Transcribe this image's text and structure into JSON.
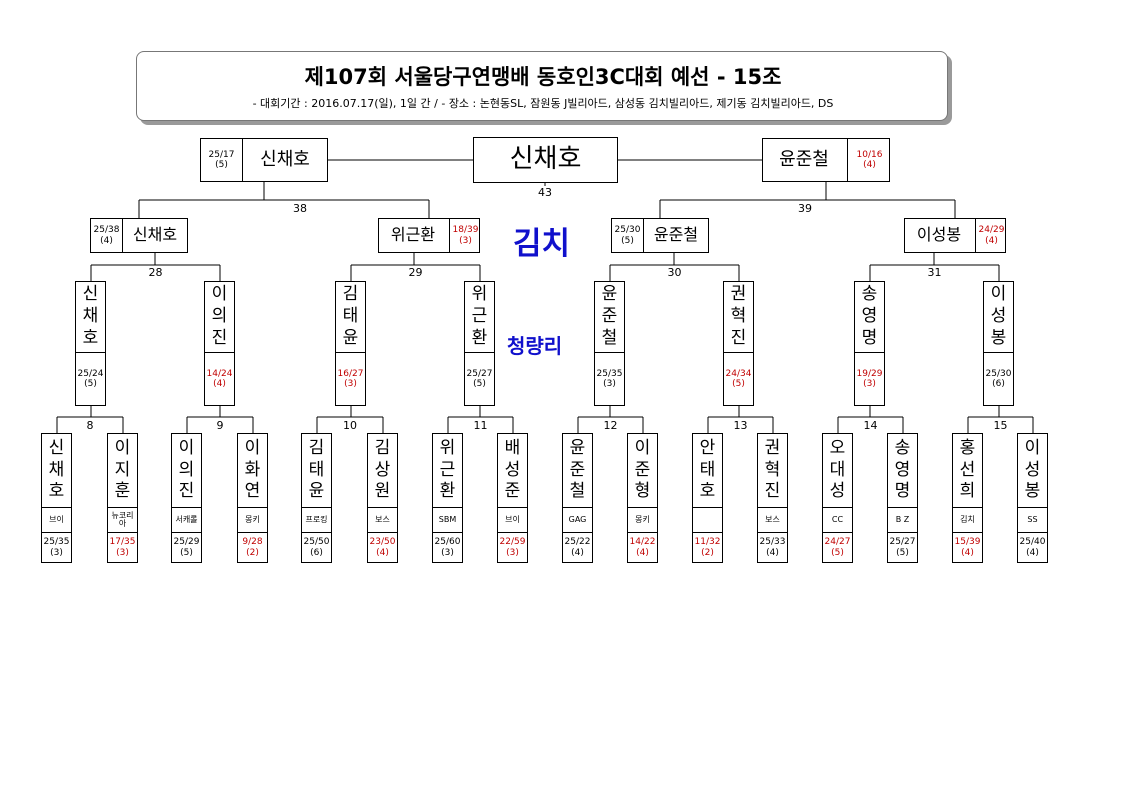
{
  "header": {
    "title": "제107회 서울당구연맹배 동호인3C대회 예선 - 15조",
    "subtitle": "- 대회기간 : 2016.07.17(일), 1일 간 / - 장소 : 논현동SL, 잠원동 J빌리아드, 삼성동 김치빌리아드, 제기동 김치빌리아드, DS"
  },
  "venue": {
    "main": "김치",
    "sub": "청량리"
  },
  "winner": {
    "name": "신채호"
  },
  "final": {
    "number": "43",
    "left": {
      "name": "신채호",
      "score": "25/17",
      "inning": "(5)",
      "win": true
    },
    "right": {
      "name": "윤준철",
      "score": "10/16",
      "inning": "(4)",
      "win": false
    }
  },
  "semis": [
    {
      "number": "38",
      "p1": {
        "name": "신채호",
        "score": "25/38",
        "inning": "(4)",
        "win": true
      },
      "p2": {
        "name": "위근환",
        "score": "18/39",
        "inning": "(3)",
        "win": false
      }
    },
    {
      "number": "39",
      "p1": {
        "name": "윤준철",
        "score": "25/30",
        "inning": "(5)",
        "win": true
      },
      "p2": {
        "name": "이성봉",
        "score": "24/29",
        "inning": "(4)",
        "win": false
      }
    }
  ],
  "round2": [
    {
      "number": "28",
      "p1": {
        "name": "신채호",
        "score": "25/24",
        "inning": "(5)",
        "win": true
      },
      "p2": {
        "name": "이의진",
        "score": "14/24",
        "inning": "(4)",
        "win": false
      }
    },
    {
      "number": "29",
      "p1": {
        "name": "김태윤",
        "score": "16/27",
        "inning": "(3)",
        "win": false
      },
      "p2": {
        "name": "위근환",
        "score": "25/27",
        "inning": "(5)",
        "win": true
      }
    },
    {
      "number": "30",
      "p1": {
        "name": "윤준철",
        "score": "25/35",
        "inning": "(3)",
        "win": true
      },
      "p2": {
        "name": "권혁진",
        "score": "24/34",
        "inning": "(5)",
        "win": false
      }
    },
    {
      "number": "31",
      "p1": {
        "name": "송영명",
        "score": "19/29",
        "inning": "(3)",
        "win": false
      },
      "p2": {
        "name": "이성봉",
        "score": "25/30",
        "inning": "(6)",
        "win": true
      }
    }
  ],
  "round1": [
    {
      "number": "8",
      "p1": {
        "name": "신채호",
        "club": "브이",
        "score": "25/35",
        "inning": "(3)",
        "win": true
      },
      "p2": {
        "name": "이지훈",
        "club": "뉴코리아",
        "score": "17/35",
        "inning": "(3)",
        "win": false
      }
    },
    {
      "number": "9",
      "p1": {
        "name": "이의진",
        "club": "서캐롤",
        "score": "25/29",
        "inning": "(5)",
        "win": true
      },
      "p2": {
        "name": "이화연",
        "club": "몽키",
        "score": "9/28",
        "inning": "(2)",
        "win": false
      }
    },
    {
      "number": "10",
      "p1": {
        "name": "김태윤",
        "club": "프로킹",
        "score": "25/50",
        "inning": "(6)",
        "win": true
      },
      "p2": {
        "name": "김상원",
        "club": "보스",
        "score": "23/50",
        "inning": "(4)",
        "win": false
      }
    },
    {
      "number": "11",
      "p1": {
        "name": "위근환",
        "club": "SBM",
        "score": "25/60",
        "inning": "(3)",
        "win": true
      },
      "p2": {
        "name": "배성준",
        "club": "브이",
        "score": "22/59",
        "inning": "(3)",
        "win": false
      }
    },
    {
      "number": "12",
      "p1": {
        "name": "윤준철",
        "club": "GAG",
        "score": "25/22",
        "inning": "(4)",
        "win": true
      },
      "p2": {
        "name": "이준형",
        "club": "몽키",
        "score": "14/22",
        "inning": "(4)",
        "win": false
      }
    },
    {
      "number": "13",
      "p1": {
        "name": "안태호",
        "club": "",
        "score": "11/32",
        "inning": "(2)",
        "win": false
      },
      "p2": {
        "name": "권혁진",
        "club": "보스",
        "score": "25/33",
        "inning": "(4)",
        "win": true
      }
    },
    {
      "number": "14",
      "p1": {
        "name": "오대성",
        "club": "CC",
        "score": "24/27",
        "inning": "(5)",
        "win": false
      },
      "p2": {
        "name": "송영명",
        "club": "B Z",
        "score": "25/27",
        "inning": "(5)",
        "win": true
      }
    },
    {
      "number": "15",
      "p1": {
        "name": "홍선희",
        "club": "김치",
        "score": "15/39",
        "inning": "(4)",
        "win": false
      },
      "p2": {
        "name": "이성봉",
        "club": "SS",
        "score": "25/40",
        "inning": "(4)",
        "win": true
      }
    }
  ]
}
